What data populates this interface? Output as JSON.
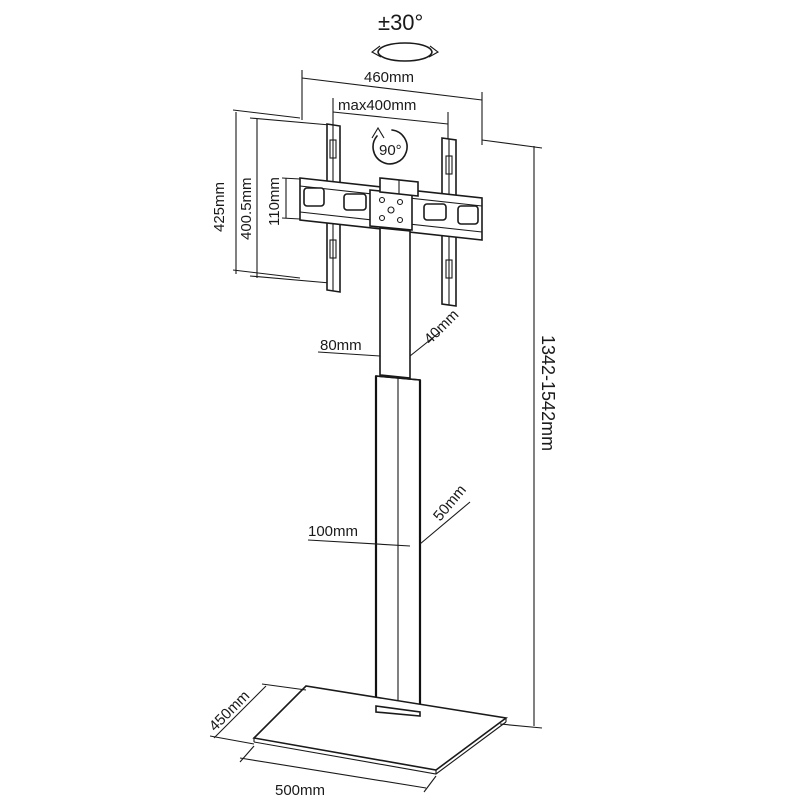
{
  "rotation": {
    "swivel": "±30°",
    "rotate": "90°"
  },
  "dimensions": {
    "outer_width": "460mm",
    "vesa_max": "max400mm",
    "outer_height": "425mm",
    "vesa_height": "400.5mm",
    "bracket_height": "110mm",
    "upper_column_depth": "80mm",
    "upper_column_width": "40mm",
    "lower_column_depth": "100mm",
    "lower_column_width": "50mm",
    "total_height": "1342-1542mm",
    "base_depth": "450mm",
    "base_width": "500mm"
  }
}
